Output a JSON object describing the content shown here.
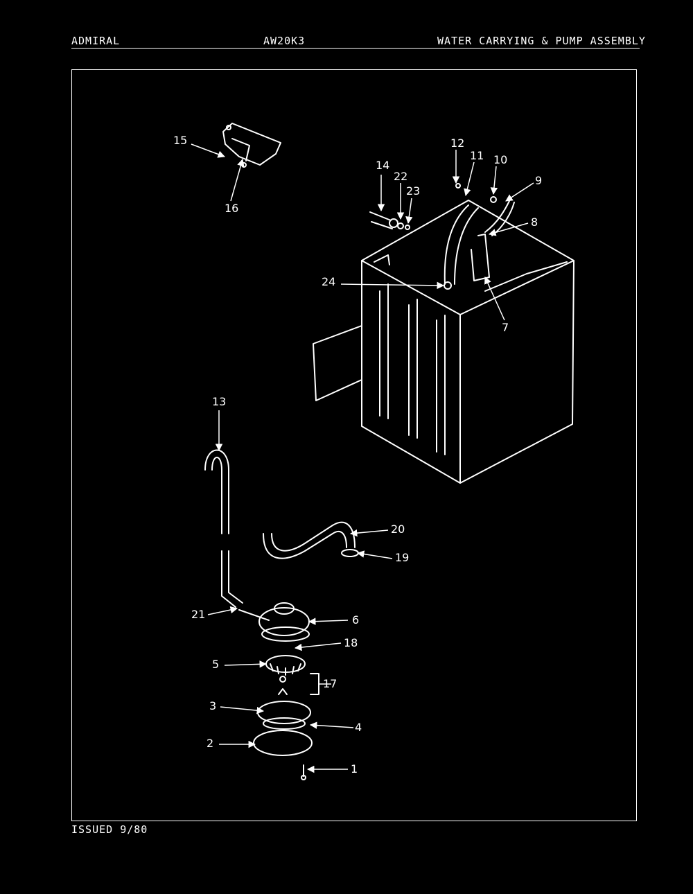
{
  "header": {
    "brand": "ADMIRAL",
    "model": "AW20K3",
    "section_title": "WATER CARRYING & PUMP ASSEMBLY"
  },
  "footer": {
    "issued": "ISSUED 9/80"
  },
  "callouts": [
    "1",
    "2",
    "3",
    "4",
    "5",
    "6",
    "7",
    "8",
    "9",
    "10",
    "11",
    "12",
    "13",
    "14",
    "15",
    "16",
    "17",
    "18",
    "19",
    "20",
    "21",
    "22",
    "23",
    "24"
  ],
  "colors": {
    "background": "#000000",
    "ink": "#ffffff"
  }
}
